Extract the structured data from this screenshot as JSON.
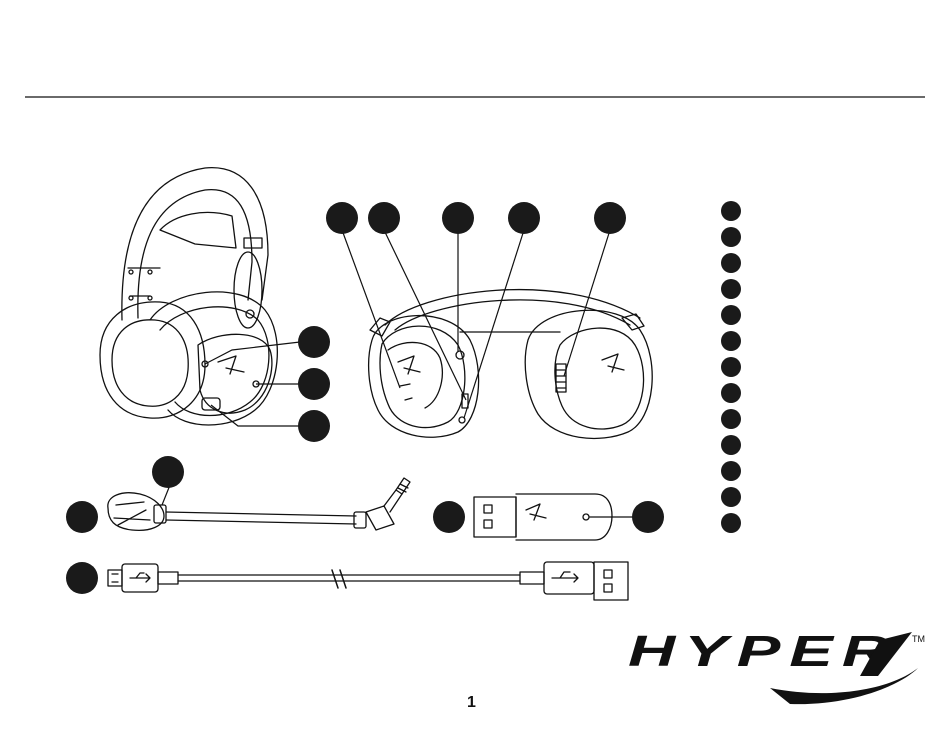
{
  "page": {
    "number": "1"
  },
  "brand": {
    "name": "HyperX",
    "trademark": "TM"
  },
  "colors": {
    "ink": "#111111",
    "line": "#1a1a1a",
    "fill": "#ffffff",
    "callout": "#1a1a1a"
  },
  "illustrations": [
    {
      "name": "headset-three-quarter-view-icon"
    },
    {
      "name": "headset-front-view-icon"
    },
    {
      "name": "detachable-microphone-icon"
    },
    {
      "name": "usb-wireless-adapter-icon"
    },
    {
      "name": "usb-charging-cable-icon"
    }
  ],
  "legend": {
    "count": 13
  }
}
